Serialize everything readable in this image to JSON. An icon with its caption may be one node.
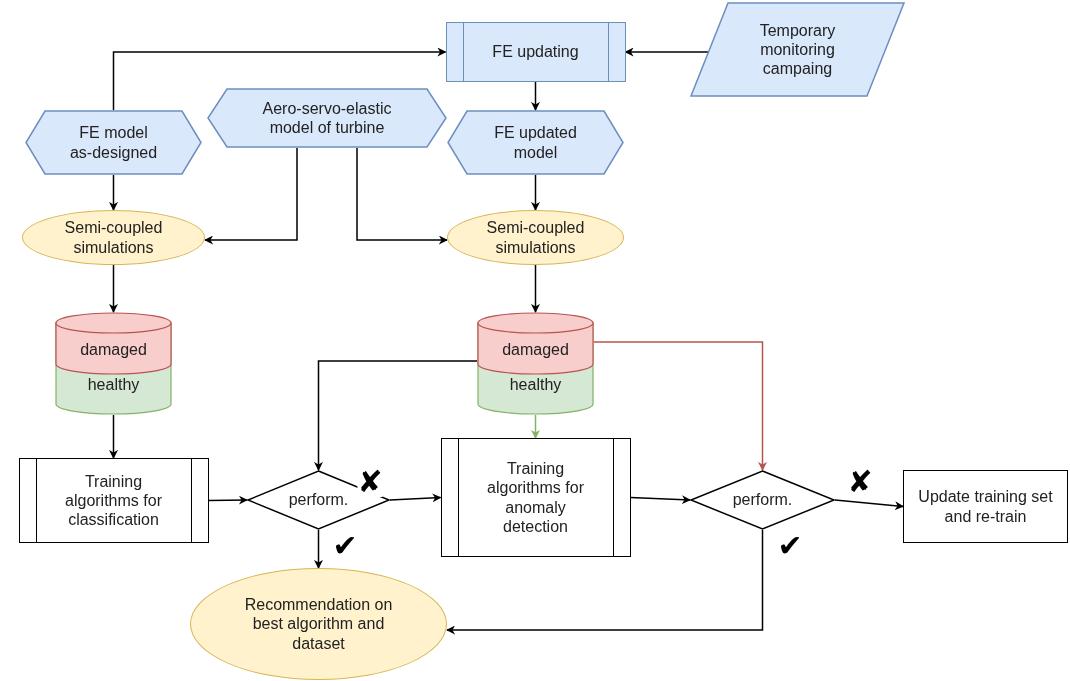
{
  "diagram": {
    "nodes": [
      {
        "text": [
          "FE updating"
        ]
      },
      {
        "text": [
          "Temporary monitoring campaing"
        ]
      },
      {
        "text": [
          "FE model as-designed"
        ]
      },
      {
        "text": [
          "Aero-servo-elastic model of turbine"
        ]
      },
      {
        "text": [
          "FE updated model"
        ]
      },
      {
        "text": [
          "Semi-coupled simulations"
        ]
      },
      {
        "text": [
          "Semi-coupled simulations"
        ]
      },
      {
        "text": [
          "damaged",
          "healthy"
        ]
      },
      {
        "text": [
          "damaged",
          "healthy"
        ]
      },
      {
        "text": [
          "Training algorithms for classification"
        ]
      },
      {
        "text": [
          "perform."
        ]
      },
      {
        "text": [
          "Training algorithms for anomaly detection"
        ]
      },
      {
        "text": [
          "perform."
        ]
      },
      {
        "text": [
          "Update training set and re-train"
        ]
      },
      {
        "text": [
          "Recommendation on best algorithm and dataset"
        ]
      }
    ],
    "edges": [
      {
        "from": 2,
        "to": 0,
        "arrow": "to"
      },
      {
        "from": 1,
        "to": 0,
        "arrow": "to"
      },
      {
        "from": 0,
        "to": 4,
        "arrow": "to"
      },
      {
        "from": 2,
        "to": 5,
        "arrow": "to"
      },
      {
        "from": 3,
        "to": 5,
        "arrow": "to"
      },
      {
        "from": 3,
        "to": 6,
        "arrow": "to"
      },
      {
        "from": 4,
        "to": 6,
        "arrow": "to"
      },
      {
        "from": 5,
        "to": 7,
        "arrow": "to"
      },
      {
        "from": 6,
        "to": 8,
        "arrow": "to"
      },
      {
        "from": 7,
        "to": 9,
        "arrow": "to"
      },
      {
        "from": 8,
        "to": 10,
        "arrow": "to"
      },
      {
        "from": 8,
        "to": 11,
        "arrow": "to",
        "color": "#82b366"
      },
      {
        "from": 8,
        "to": 12,
        "arrow": "to",
        "color": "#b85450"
      },
      {
        "from": 9,
        "to": 10,
        "arrow": "to"
      },
      {
        "from": 10,
        "to": 11,
        "arrow": "to",
        "label": "✘"
      },
      {
        "from": 10,
        "to": 14,
        "arrow": "to",
        "label": "✔"
      },
      {
        "from": 11,
        "to": 12,
        "arrow": "to"
      },
      {
        "from": 12,
        "to": 13,
        "arrow": "to",
        "label": "✘"
      },
      {
        "from": 12,
        "to": 14,
        "arrow": "to",
        "label": "✔"
      }
    ]
  }
}
